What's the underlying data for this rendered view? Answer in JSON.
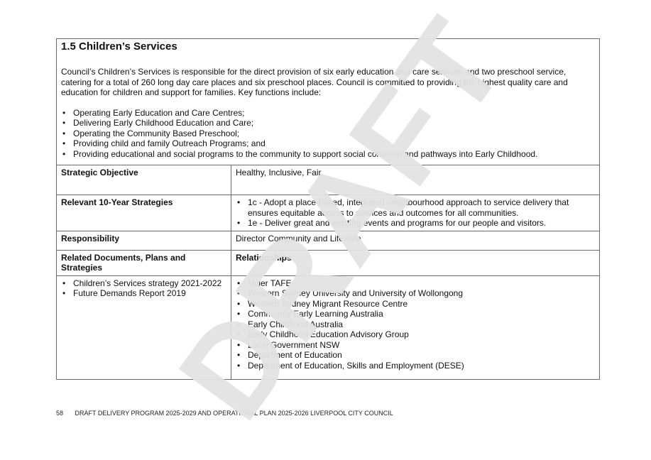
{
  "section": {
    "title": "1.5 Children’s Services",
    "description": "Council’s Children’s Services is responsible for the direct provision of six early education and care services and two preschool service, catering for a total of 260 long day care places and six preschool places. Council is committed to providing the highest quality care and education for children and support for families. Key functions include:",
    "functions": [
      "Operating Early Education and Care Centres;",
      "Delivering Early Childhood Education and Care;",
      "Operating the Community Based Preschool;",
      "Providing child and family Outreach Programs; and",
      "Providing educational and social programs to the community to support social cohesion and pathways into Early Childhood."
    ]
  },
  "table": {
    "strategic_objective_label": "Strategic Objective",
    "strategic_objective_value": "Healthy, Inclusive, Fair",
    "strategies_label": "Relevant 10-Year Strategies",
    "strategies": [
      "1c - Adopt a place-based, integrated neighbourhood approach to service delivery that ensures equitable access to services and outcomes for all communities.",
      "1e - Deliver great and exciting events and programs for our people and visitors."
    ],
    "responsibility_label": "Responsibility",
    "responsibility_value": "Director Community and Lifestyle",
    "related_docs_label": "Related Documents, Plans and Strategies",
    "relationships_label": "Relationships",
    "related_docs": [
      "Children’s Services strategy 2021-2022",
      "Future Demands Report 2019"
    ],
    "relationships": [
      "Miller TAFE",
      "Western Sydney University and University of Wollongong",
      "Western Sydney Migrant Resource Centre",
      "Community Early Learning Australia",
      "Early Childhood Australia",
      "Early Childhood Education Advisory Group",
      "Local Government NSW",
      "Department of Education",
      "Department of Education, Skills and Employment (DESE)"
    ]
  },
  "watermark": "DRAFT",
  "footer": {
    "page_number": "58",
    "text": "DRAFT DELIVERY PROGRAM 2025-2029 AND OPERATIONAL PLAN 2025-2026 LIVERPOOL CITY COUNCIL"
  }
}
